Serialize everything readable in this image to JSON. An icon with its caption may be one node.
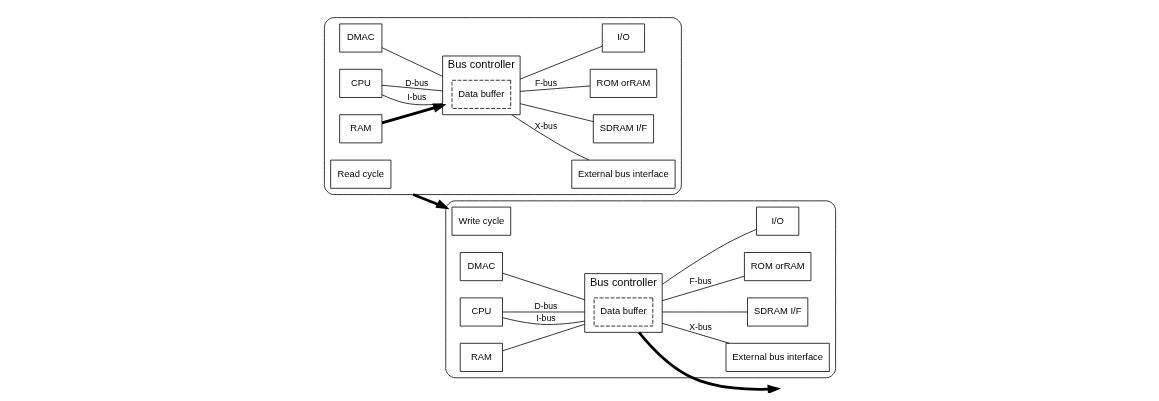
{
  "diagram": {
    "nodes": [
      {
        "text": [],
        "shape": "box"
      },
      {
        "text": [
          "Read cycle"
        ],
        "in": 0
      },
      {
        "text": [
          "DMAC"
        ],
        "in": 0
      },
      {
        "text": [
          "CPU"
        ],
        "in": 0
      },
      {
        "text": [
          "Bus controller"
        ],
        "in": 0
      },
      {
        "text": [
          "Data buffer"
        ],
        "in": 4
      },
      {
        "text": [
          "External bus interface"
        ],
        "in": 0
      },
      {
        "text": [
          "SDRAM I/F"
        ],
        "in": 0
      },
      {
        "text": [
          "RAM"
        ],
        "in": 0
      },
      {
        "text": [
          "ROM orRAM"
        ],
        "in": 0
      },
      {
        "text": [
          "I/O"
        ],
        "in": 0
      },
      {
        "text": [],
        "shape": "box"
      },
      {
        "text": [
          "Write cycle"
        ],
        "in": 11
      },
      {
        "text": [
          "DMAC"
        ],
        "in": 11
      },
      {
        "text": [
          "CPU"
        ],
        "in": 11
      },
      {
        "text": [
          "Bus controller"
        ],
        "in": 11
      },
      {
        "text": [
          "Data buffer"
        ],
        "in": 15
      },
      {
        "text": [
          "External bus interface"
        ],
        "in": 11
      },
      {
        "text": [
          "SDRAM I/F"
        ],
        "in": 11
      },
      {
        "text": [
          "RAM"
        ],
        "in": 11
      },
      {
        "text": [
          "ROM orRAM"
        ],
        "in": 11
      },
      {
        "text": [
          "I/O"
        ],
        "in": 11
      }
    ],
    "edges": [
      {
        "from": 3,
        "to": 4,
        "arrow": "none",
        "label": "I-bus"
      },
      {
        "from": 3,
        "to": 4,
        "arrow": "none",
        "label": "D-bus"
      },
      {
        "from": 8,
        "to": 4,
        "arrow": "to",
        "style": "thick"
      },
      {
        "from": 2,
        "to": 4,
        "arrow": "none"
      },
      {
        "from": 4,
        "to": 6,
        "arrow": "none",
        "label": "X-bus"
      },
      {
        "from": 4,
        "to": 7,
        "arrow": "none"
      },
      {
        "from": 4,
        "to": 9,
        "arrow": "none",
        "label": "F-bus"
      },
      {
        "from": 4,
        "to": 10,
        "arrow": "none"
      },
      {
        "from": 0,
        "to": 11,
        "arrow": "to",
        "style": "thick"
      },
      {
        "from": 14,
        "to": 15,
        "arrow": "none",
        "label": "I-bus"
      },
      {
        "from": 14,
        "to": 15,
        "arrow": "none",
        "label": "D-bus"
      },
      {
        "from": 19,
        "to": 15,
        "arrow": "none"
      },
      {
        "from": 13,
        "to": 15,
        "arrow": "none"
      },
      {
        "from": 15,
        "to": 17,
        "arrow": "none",
        "label": "X-bus"
      },
      {
        "from": 15,
        "to": null,
        "arrow": "to",
        "style": "thick"
      },
      {
        "from": 15,
        "to": 18,
        "arrow": "none"
      },
      {
        "from": 15,
        "to": 20,
        "arrow": "none",
        "label": "F-bus"
      },
      {
        "from": 15,
        "to": 21,
        "arrow": "none"
      }
    ]
  }
}
